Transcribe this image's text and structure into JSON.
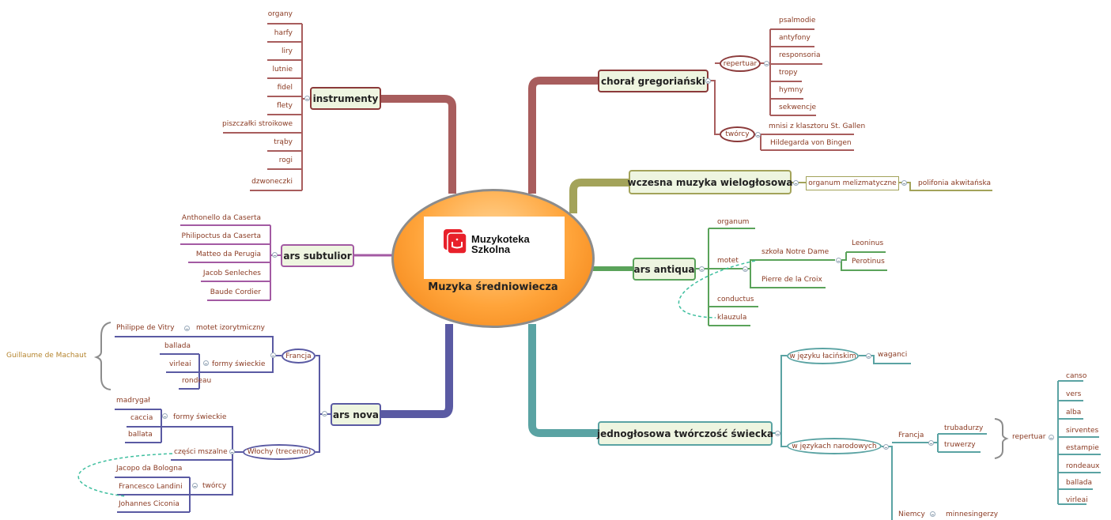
{
  "center": {
    "title": "Muzyka średniowiecza",
    "logo_line1": "Muzykoteka",
    "logo_line2": "Szkolna"
  },
  "colors": {
    "instrumenty": "#a85d5d",
    "choral": "#a85d5d",
    "wczesna": "#a3a35a",
    "antiqua": "#5aa35a",
    "subtulior": "#a35aa3",
    "nova": "#5a5aa3",
    "jednoglosowa": "#5aa3a3",
    "center_fill": "#ffa43a",
    "topic_fill": "#eef5e0"
  },
  "instrumenty": {
    "label": "instrumenty",
    "items": [
      "organy",
      "harfy",
      "liry",
      "lutnie",
      "fidel",
      "flety",
      "piszczałki stroikowe",
      "trąby",
      "rogi",
      "dzwoneczki"
    ]
  },
  "subtulior": {
    "label": "ars subtulior",
    "items": [
      "Anthonello da Caserta",
      "Philipoctus da Caserta",
      "Matteo da Perugia",
      "Jacob Senleches",
      "Baude Cordier"
    ]
  },
  "nova": {
    "label": "ars nova",
    "francja": "Francja",
    "machaut": "Guillaume de Machaut",
    "vitry": "Philippe de Vitry",
    "motet_izo": "motet izorytmiczny",
    "formy_swieckie_fr": "formy świeckie",
    "fr_forms": [
      "ballada",
      "virleai",
      "rondeau"
    ],
    "wlochy": "Włochy (trecento)",
    "formy_swieckie_it": "formy świeckie",
    "it_forms": [
      "madrygał",
      "caccia",
      "ballata"
    ],
    "czesci": "części mszalne",
    "tworcy": "twórcy",
    "it_composers": [
      "Jacopo da Bologna",
      "Francesco Landini",
      "Johannes Ciconia"
    ]
  },
  "choral": {
    "label": "chorał gregoriański",
    "repertuar": "repertuar",
    "rep_items": [
      "psalmodie",
      "antyfony",
      "responsoria",
      "tropy",
      "hymny",
      "sekwencje"
    ],
    "tworcy": "twórcy",
    "tw_items": [
      "mnisi z klasztoru St. Gallen",
      "Hildegarda von Bingen"
    ]
  },
  "wczesna": {
    "label": "wczesna muzyka wielogłosowa",
    "organum": "organum melizmatyczne",
    "polifonia": "polifonia akwitańska"
  },
  "antiqua": {
    "label": "ars antiqua",
    "organum": "organum",
    "motet": "motet",
    "szkola": "szkoła Notre Dame",
    "leoninus": "Leoninus",
    "perotinus": "Perotinus",
    "pierre": "Pierre de la Croix",
    "conductus": "conductus",
    "klauzula": "klauzula"
  },
  "jednoglosowa": {
    "label": "jednogłosowa twórczość świecka",
    "lacinski": "w języku łacińskim",
    "waganci": "waganci",
    "narodowe": "w językach narodowych",
    "francja": "Francja",
    "trubadurzy": "trubadurzy",
    "truwerzy": "truwerzy",
    "repertuar": "repertuar",
    "rep_items": [
      "canso",
      "vers",
      "alba",
      "sirventes",
      "estampie",
      "rondeaux",
      "ballada",
      "virleai"
    ],
    "niemcy": "Niemcy",
    "minnesingerzy": "minnesingerzy"
  }
}
